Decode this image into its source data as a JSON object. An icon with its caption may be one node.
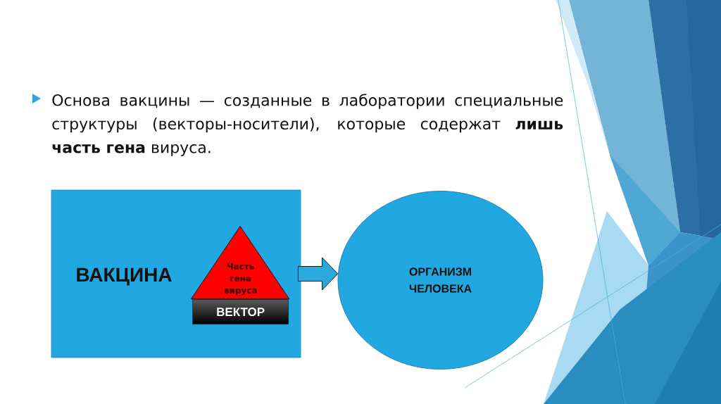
{
  "diagram": {
    "nodes": [
      {
        "text": [
          "ВАКЦИНА"
        ]
      },
      {
        "text": [
          "Часть гена вируса"
        ],
        "in": 0
      },
      {
        "text": [
          "ВЕКТОР"
        ],
        "in": 0
      },
      {
        "text": [
          "ОРГАНИЗМ ЧЕЛОВЕКА"
        ]
      }
    ],
    "edges": [
      {
        "from": 0,
        "to": 3,
        "arrow": "to"
      }
    ],
    "labels": [
      "Основа вакцины — созданные в лаборатории специальные структуры (векторы-носители), которые содержат **лишь часть гена** вируса."
    ]
  }
}
